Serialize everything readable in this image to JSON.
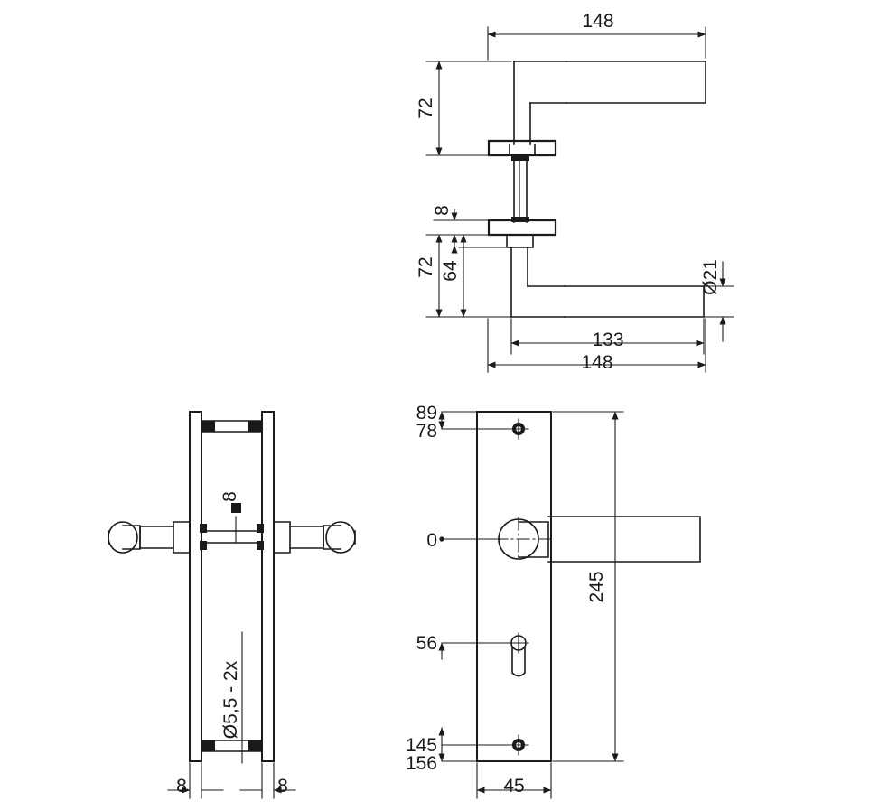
{
  "drawing": {
    "title": "Door handle on backplate — technical dimension drawing",
    "units": "mm",
    "line_color": "#1a1a1a",
    "background": "#ffffff",
    "views": [
      {
        "name": "side-elevation-handle",
        "label": ""
      },
      {
        "name": "side-elevation-plate",
        "label": ""
      },
      {
        "name": "front-elevation-plate",
        "label": ""
      }
    ]
  },
  "dimensions": {
    "top_view": {
      "overall_width_top": "148",
      "upper_handle_height": "72",
      "rose_thickness": "8",
      "lower_handle_height": "72",
      "lower_handle_inner": "64",
      "grip_diameter": "Ø21",
      "grip_length": "133",
      "overall_width_bottom": "148"
    },
    "left_view": {
      "spindle_note": "8",
      "hole_note": "Ø5,5 - 2x",
      "plate_thickness_left": "8",
      "plate_thickness_right": "8"
    },
    "right_view": {
      "top_edge_to_datum": "89",
      "top_screw_to_datum": "78",
      "datum": "0",
      "keyhole_offset": "56",
      "bottom_screw_offset": "145",
      "bottom_edge_offset": "156",
      "plate_length": "245",
      "plate_width": "45"
    }
  },
  "labels": {
    "d148_top": "148",
    "d72_top": "72",
    "d8": "8",
    "d72_bottom": "72",
    "d64": "64",
    "d21": "Ø21",
    "d133": "133",
    "d148_bottom": "148",
    "square8": "8",
    "dia55": "Ø5,5 - 2x",
    "t8_left": "8",
    "t8_right": "8",
    "n89": "89",
    "n78": "78",
    "n0": "0",
    "n56": "56",
    "n145": "145",
    "n156": "156",
    "n245": "245",
    "n45": "45"
  }
}
